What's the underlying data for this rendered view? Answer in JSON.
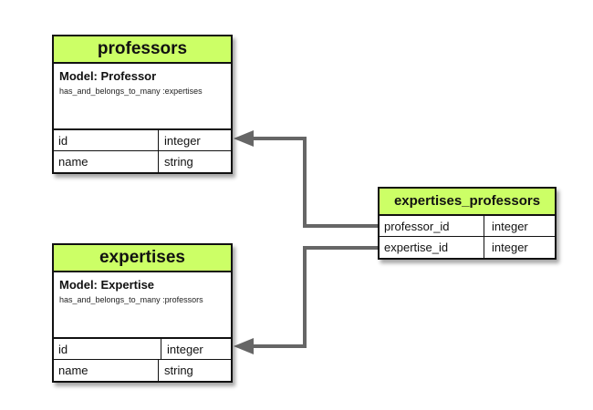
{
  "colors": {
    "header_fill": "#ccff66",
    "border": "#111111",
    "connector": "#666666"
  },
  "tables": {
    "professors": {
      "title": "professors",
      "model": "Model: Professor",
      "association": "has_and_belongs_to_many :expertises",
      "rows": [
        {
          "name": "id",
          "type": "integer"
        },
        {
          "name": "name",
          "type": "string"
        }
      ]
    },
    "expertises": {
      "title": "expertises",
      "model": "Model: Expertise",
      "association": "has_and_belongs_to_many :professors",
      "rows": [
        {
          "name": "id",
          "type": "integer"
        },
        {
          "name": "name",
          "type": "string"
        }
      ]
    },
    "join": {
      "title": "expertises_professors",
      "rows": [
        {
          "name": "professor_id",
          "type": "integer"
        },
        {
          "name": "expertise_id",
          "type": "integer"
        }
      ]
    }
  },
  "relations": [
    {
      "from": "join.professor_id",
      "to": "professors",
      "icon": "arrowhead-icon"
    },
    {
      "from": "join.expertise_id",
      "to": "expertises",
      "icon": "arrowhead-icon"
    }
  ]
}
